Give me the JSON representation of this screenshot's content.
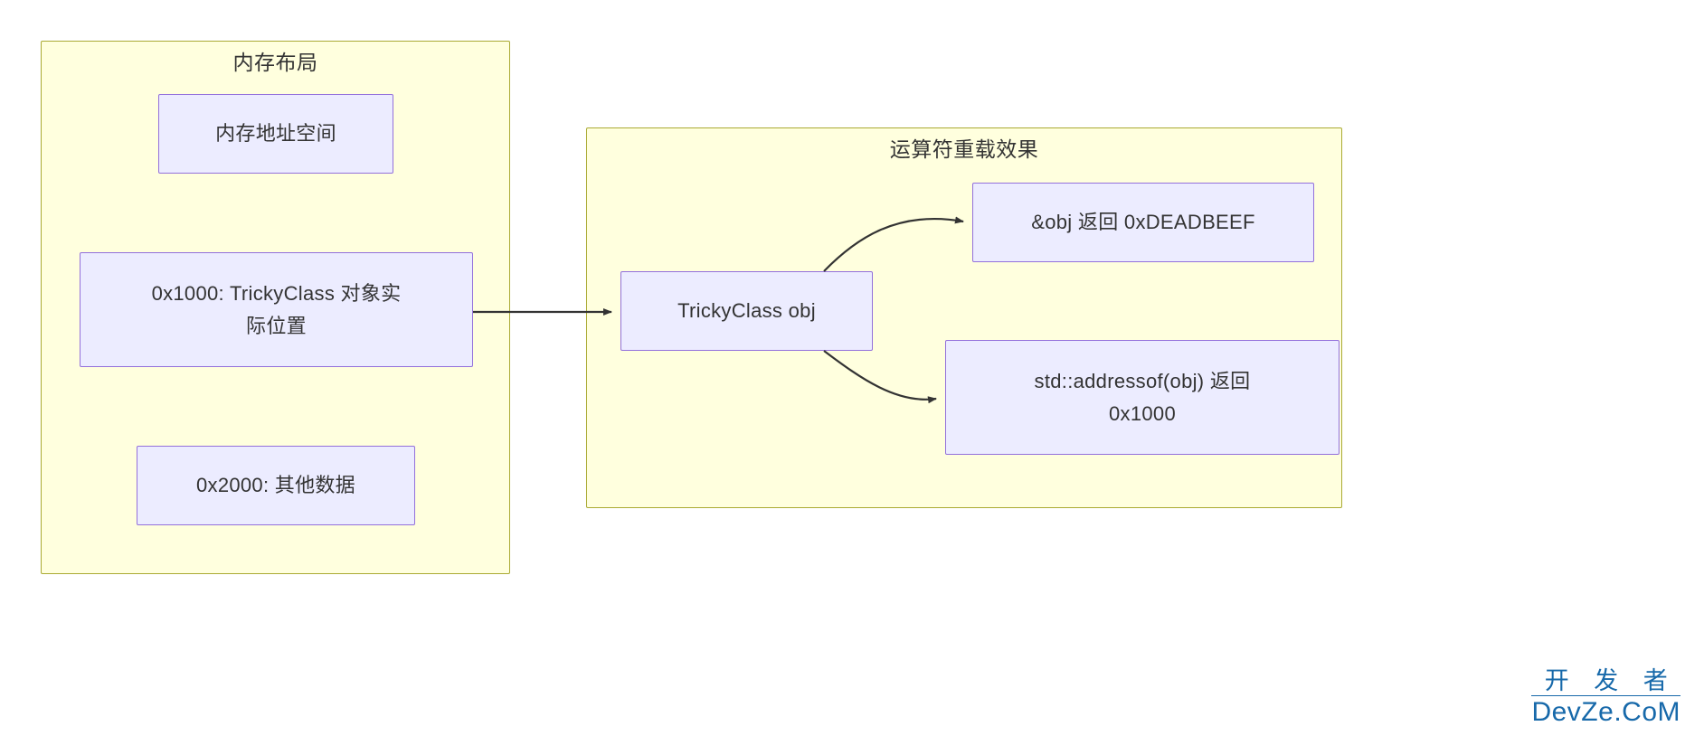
{
  "diagram": {
    "type": "flowchart",
    "clusters": [
      {
        "id": "memory-layout",
        "title": "内存布局",
        "nodes": [
          {
            "id": "address-space",
            "label": "内存地址空间"
          },
          {
            "id": "tricky-object",
            "label": "0x1000: TrickyClass 对象实\n际位置"
          },
          {
            "id": "other-data",
            "label": "0x2000: 其他数据"
          }
        ]
      },
      {
        "id": "operator-overload",
        "title": "运算符重载效果",
        "nodes": [
          {
            "id": "amp-obj",
            "label": "&obj 返回 0xDEADBEEF"
          },
          {
            "id": "obj-instance",
            "label": "TrickyClass obj"
          },
          {
            "id": "addressof",
            "label": "std::addressof(obj) 返回\n0x1000"
          }
        ]
      }
    ],
    "edges": [
      {
        "id": "edge-object-to-obj",
        "from": "tricky-object",
        "to": "obj-instance",
        "label": ""
      },
      {
        "id": "edge-obj-to-ampobj",
        "from": "obj-instance",
        "to": "amp-obj",
        "label": ""
      },
      {
        "id": "edge-obj-to-addressof",
        "from": "obj-instance",
        "to": "addressof",
        "label": ""
      }
    ],
    "colors": {
      "cluster_fill": "#FFFFDE",
      "cluster_stroke": "#AAAA33",
      "node_fill": "#ECECFF",
      "node_stroke": "#9370DB",
      "text": "#333333",
      "edge": "#333333",
      "watermark": "#1769AA"
    }
  },
  "watermark": {
    "cn": "开 发 者",
    "en": "DevZe.CoM"
  }
}
